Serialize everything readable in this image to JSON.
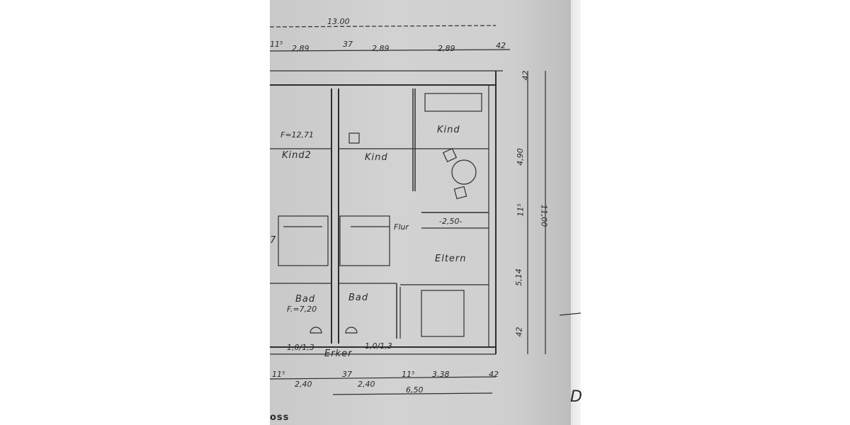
{
  "plan": {
    "dimensions_top": {
      "overall": "13.00",
      "segments": [
        "11⁵",
        "2,89",
        "37",
        "2,89",
        "2,89",
        "42"
      ]
    },
    "dimensions_right": {
      "top_wall": "42",
      "upper": "4,90",
      "middle_wall": "11⁵",
      "lower": "5,14",
      "bottom_wall": "42",
      "overall": "11,00"
    },
    "dimensions_bottom": {
      "segments": [
        "11⁵",
        "2,40",
        "37",
        "2,40",
        "11⁵",
        "3,38",
        "42"
      ],
      "overall": "6,50"
    },
    "rooms": [
      {
        "name": "Kind2",
        "area": "F=12,71"
      },
      {
        "name": "Kind"
      },
      {
        "name": "Kind"
      },
      {
        "name": "Flur"
      },
      {
        "name": "Eltern",
        "note": "-2,50-"
      },
      {
        "name": "Bad",
        "area": "F.=7,20"
      },
      {
        "name": "Bad"
      }
    ],
    "annotations": {
      "bay": "Erker",
      "window_left": "1,0/1,3",
      "window_right": "1,0/1,3",
      "margin_letter": "D",
      "corner_text": "oss",
      "left_cut": "7"
    }
  }
}
